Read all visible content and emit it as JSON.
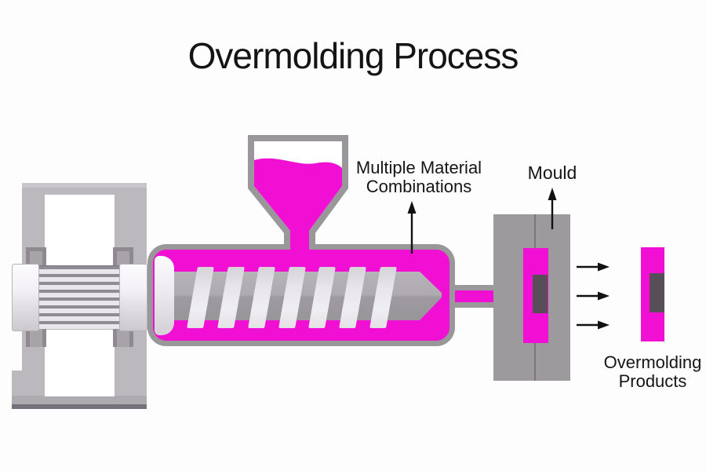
{
  "title": "Overmolding Process",
  "labels": {
    "material_line1": "Multiple Material",
    "material_line2": "Combinations",
    "mould": "Mould",
    "products_line1": "Overmolding",
    "products_line2": "Products"
  },
  "colors": {
    "molten_material_magenta": "#f10fd3",
    "outline_gray": "#9a979b",
    "mould_gray": "#9d9a9d",
    "product_core_dark": "#574e57",
    "machine_frame_light": "#bbb8be",
    "text": "#151515",
    "background": "#fdfdfd"
  }
}
